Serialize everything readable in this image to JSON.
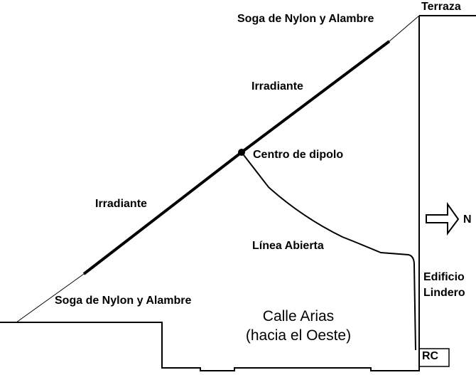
{
  "labels": {
    "rope_top": "Soga de Nylon y Alambre",
    "rope_bottom": "Soga de Nylon y Alambre",
    "radiator_top": "Irradiante",
    "radiator_bottom": "Irradiante",
    "dipole_center": "Centro de dipolo",
    "open_line": "Línea Abierta",
    "terrace": "Terraza",
    "neighbor_building_line1": "Edificio",
    "neighbor_building_line2": "Lindero",
    "ground_floor": "RC",
    "street_line1": "Calle Arias",
    "street_line2": "(hacia el Oeste)",
    "north": "N"
  },
  "icons": {
    "north_arrow": "arrow-right-icon"
  },
  "colors": {
    "stroke": "#000000",
    "background": "#ffffff"
  }
}
